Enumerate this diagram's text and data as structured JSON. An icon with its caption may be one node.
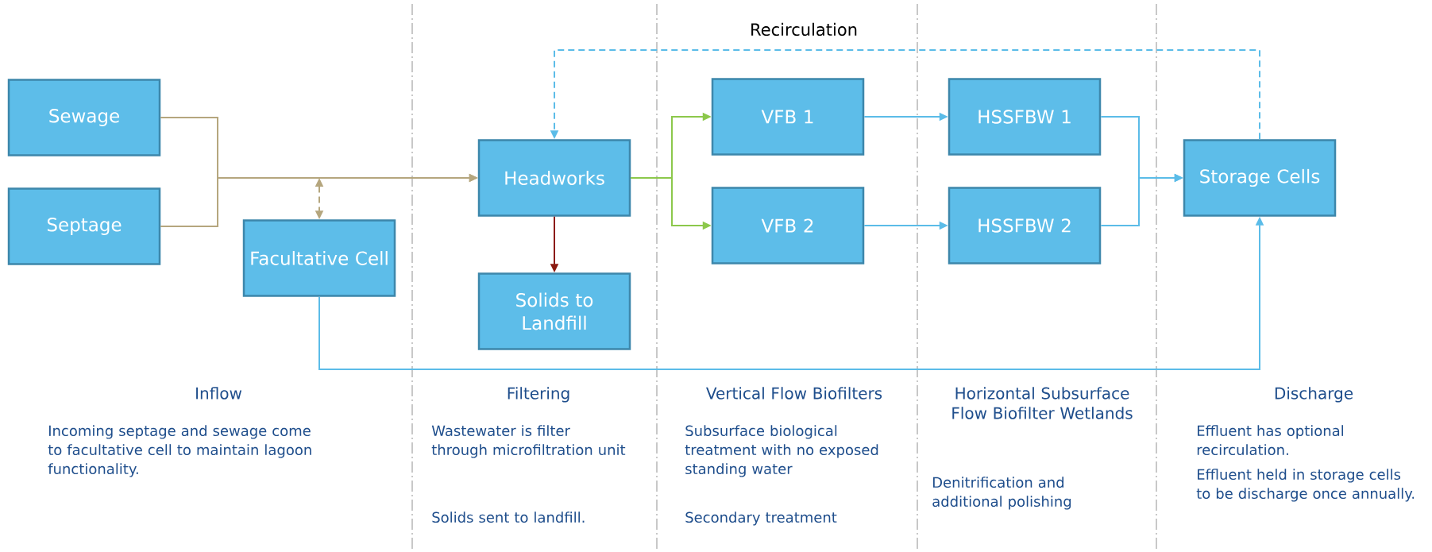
{
  "diagram": {
    "nodes": [
      {
        "text": [
          "Sewage"
        ]
      },
      {
        "text": [
          "Septage"
        ]
      },
      {
        "text": [
          "Facultative Cell"
        ]
      },
      {
        "text": [
          "Headworks"
        ]
      },
      {
        "text": [
          "Solids to Landfill"
        ]
      },
      {
        "text": [
          "VFB 1"
        ]
      },
      {
        "text": [
          "VFB 2"
        ]
      },
      {
        "text": [
          "HSSFBW 1"
        ]
      },
      {
        "text": [
          "HSSFBW 2"
        ]
      },
      {
        "text": [
          "Storage Cells"
        ]
      }
    ],
    "edges": [
      {
        "from": 0,
        "to": 3,
        "arrow": "to",
        "color": "#b5a67e"
      },
      {
        "from": 1,
        "to": 3,
        "arrow": "to",
        "color": "#b5a67e"
      },
      {
        "from": null,
        "to": 2,
        "arrow": "both",
        "style": "dashed",
        "color": "#b5a67e"
      },
      {
        "from": 3,
        "to": 5,
        "arrow": "to",
        "color": "#8cc84b"
      },
      {
        "from": 3,
        "to": 6,
        "arrow": "to",
        "color": "#8cc84b"
      },
      {
        "from": 3,
        "to": 4,
        "arrow": "to",
        "color": "#8b1a10"
      },
      {
        "from": 5,
        "to": 7,
        "arrow": "to"
      },
      {
        "from": 6,
        "to": 8,
        "arrow": "to"
      },
      {
        "from": 7,
        "to": 9,
        "arrow": "to"
      },
      {
        "from": 8,
        "to": 9,
        "arrow": "to"
      },
      {
        "from": 2,
        "to": 9,
        "arrow": "to"
      },
      {
        "from": 9,
        "to": 3,
        "arrow": "to",
        "style": "dashed",
        "label": "Recirculation"
      }
    ],
    "labels": [
      "Inflow",
      "Filtering",
      "Vertical Flow Biofilters",
      "Horizontal Subsurface Flow Biofilter Wetlands",
      "Discharge",
      "Incoming septage and sewage come to facultative cell to maintain lagoon functionality.",
      "Wastewater is filter through microfiltration unit",
      "Solids sent to landfill.",
      "Subsurface biological treatment with no exposed standing water",
      "Secondary treatment",
      "Denitrification and additional polishing",
      "Effluent has optional recirculation.",
      "Effluent held in storage cells to be discharge once annually."
    ]
  }
}
